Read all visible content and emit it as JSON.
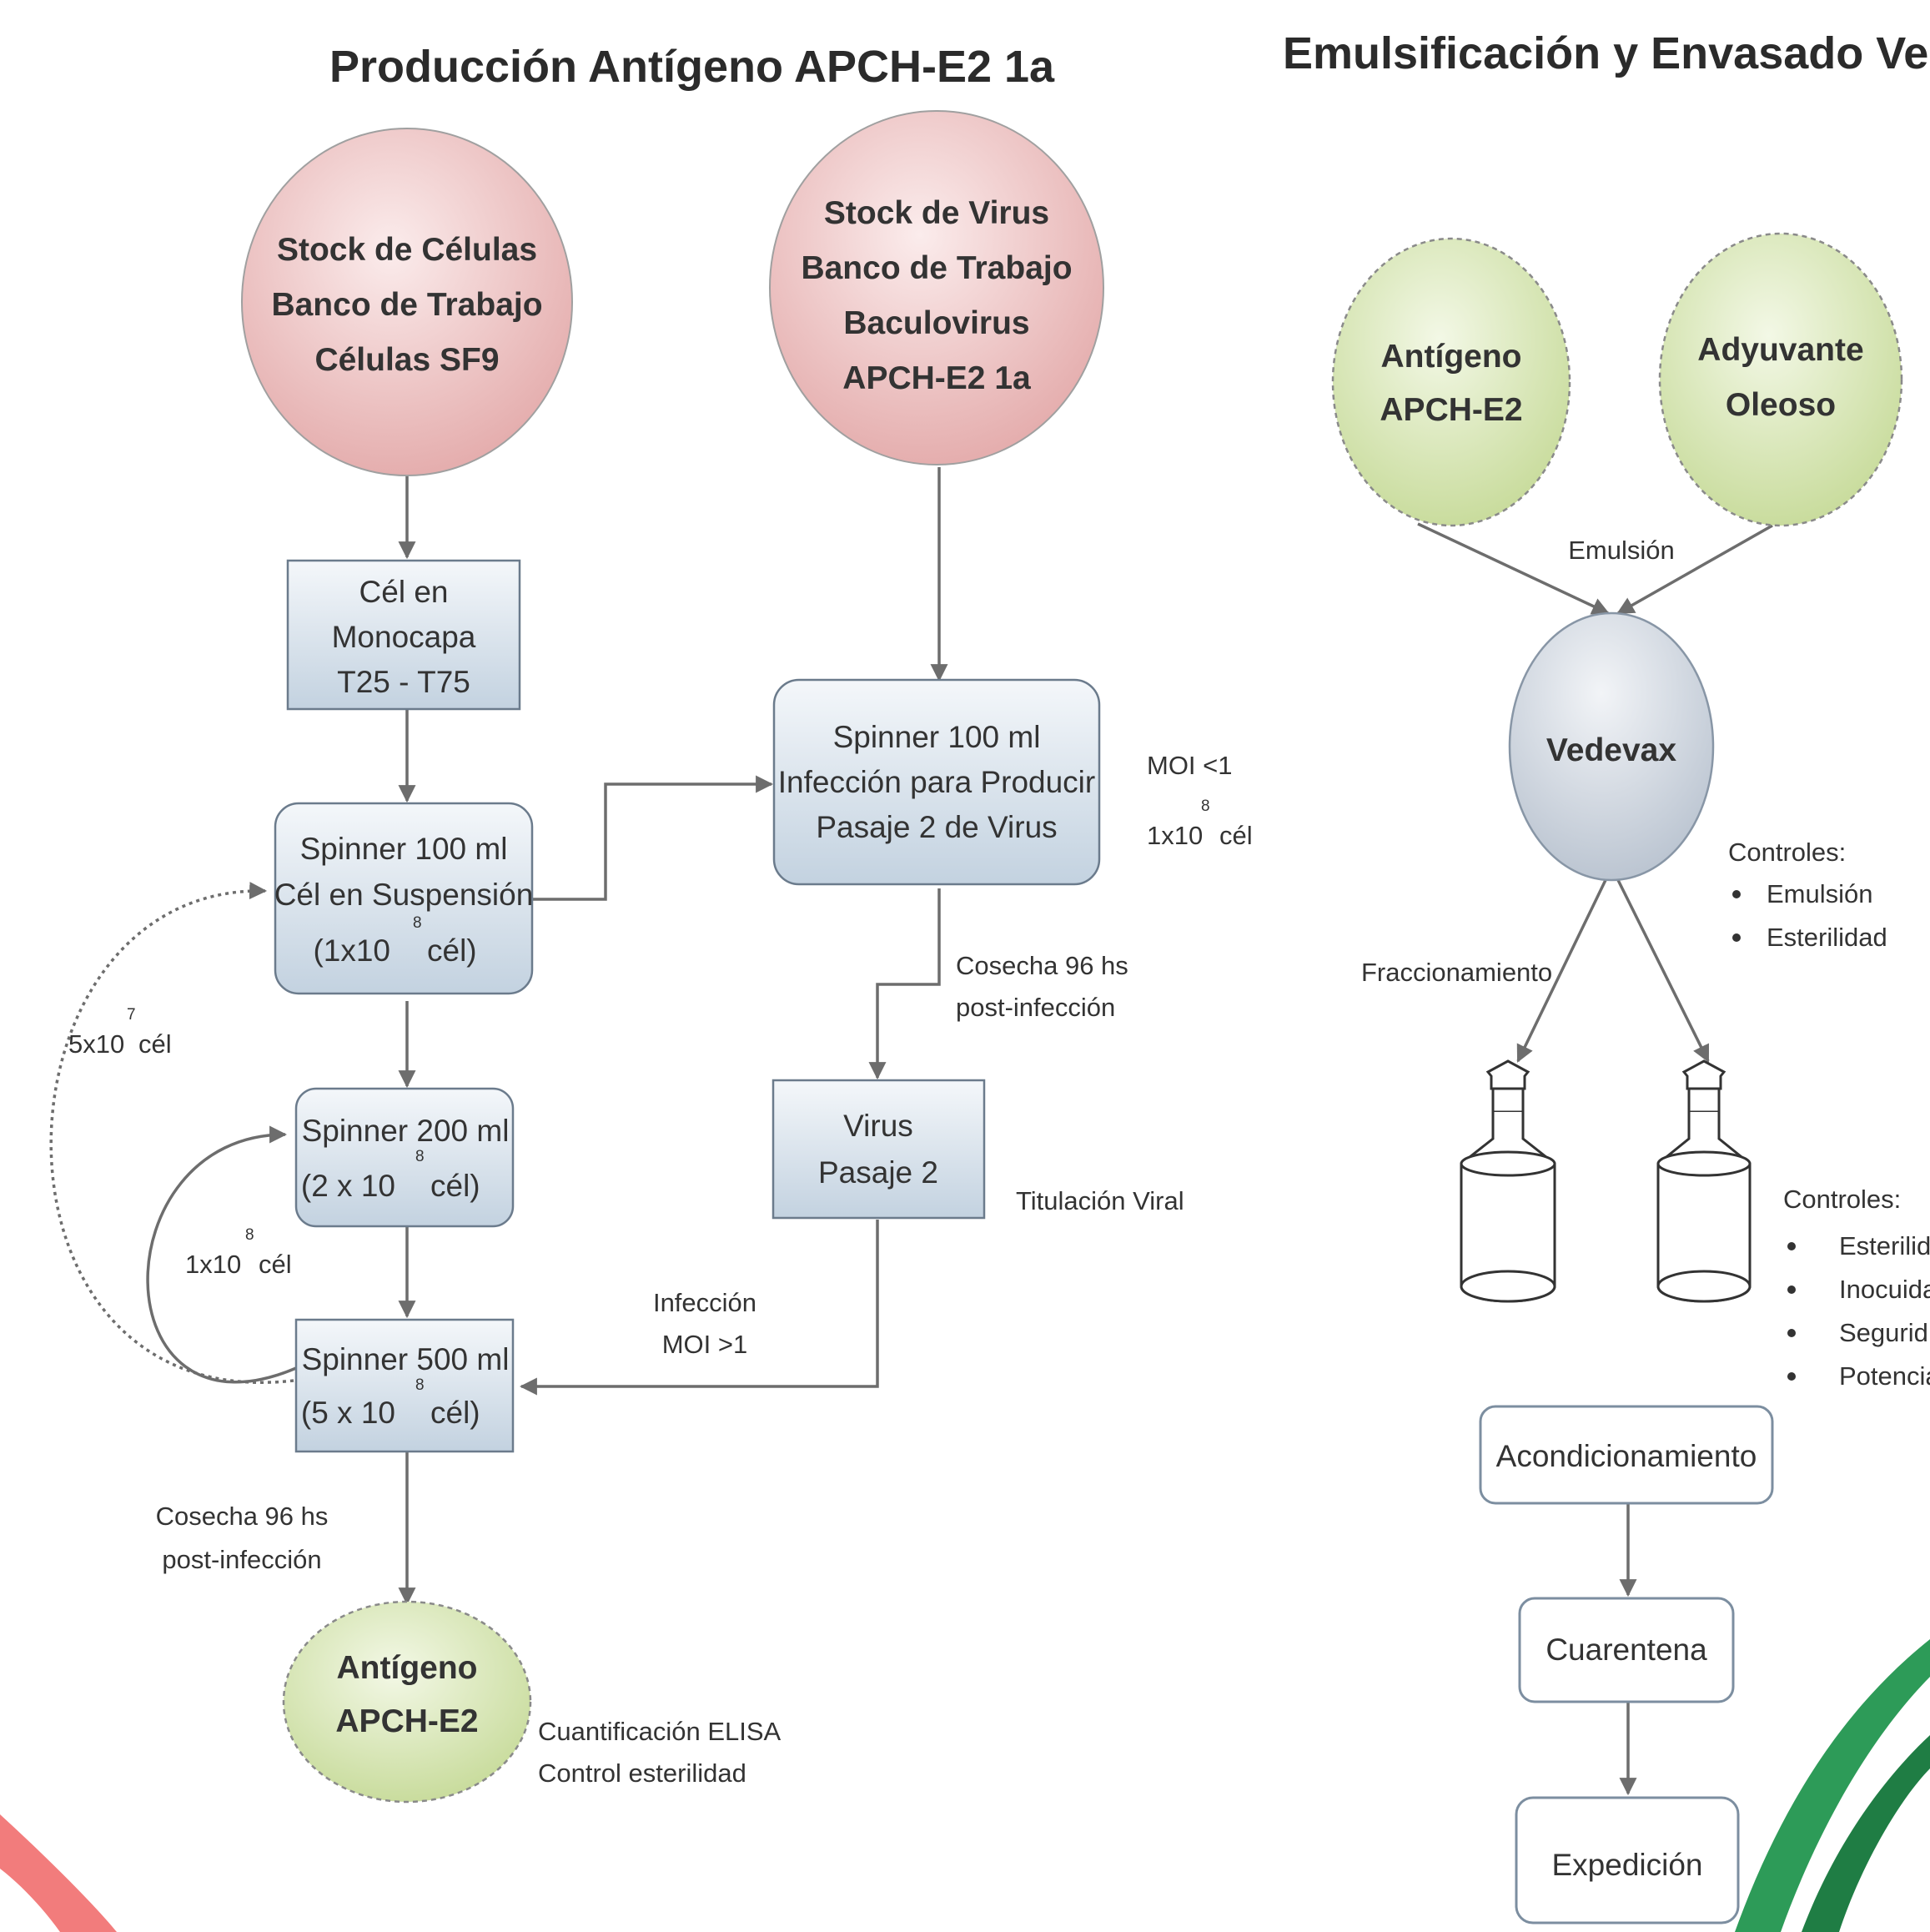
{
  "titles": {
    "left": "Producción Antígeno APCH-E2 1a",
    "right": "Emulsificación y Envasado Vedev"
  },
  "nodes": {
    "stock_celulas": [
      "Stock de Células",
      "Banco de Trabajo",
      "Células SF9"
    ],
    "stock_virus": [
      "Stock de Virus",
      "Banco de Trabajo",
      "Baculovirus",
      "APCH-E2 1a"
    ],
    "cel_monocapa": [
      "Cél en",
      "Monocapa",
      "T25 - T75"
    ],
    "spinner_100_susp": [
      "Spinner 100 ml",
      "Cél en Suspensión",
      "(1x10",
      "cél)"
    ],
    "spinner_100_inf": [
      "Spinner 100 ml",
      "Infección para Producir",
      "Pasaje 2 de Virus"
    ],
    "spinner_200": [
      "Spinner 200 ml",
      "(2 x 10",
      "cél)"
    ],
    "virus_pasaje": [
      "Virus",
      "Pasaje 2"
    ],
    "spinner_500": [
      "Spinner 500 ml",
      "(5 x 10",
      "cél)"
    ],
    "antigeno_left": [
      "Antígeno",
      "APCH-E2"
    ],
    "antigeno_right": [
      "Antígeno",
      "APCH-E2"
    ],
    "adyuvante": [
      "Adyuvante",
      "Oleoso"
    ],
    "vedevax": "Vedevax",
    "acondicionamiento": "Acondicionamiento",
    "cuarentena": "Cuarentena",
    "expedicion": "Expedición"
  },
  "labels": {
    "moi_lt1": "MOI <1",
    "one_x10_a": "1x10",
    "cel": "cél",
    "cosecha_top": [
      "Cosecha 96 hs",
      "post-infección"
    ],
    "titulacion": "Titulación Viral",
    "infeccion": [
      "Infección",
      "MOI >1"
    ],
    "five_x10": "5x10",
    "one_x10_b": "1x10",
    "cosecha_bottom": [
      "Cosecha 96 hs",
      "post-infección"
    ],
    "cuantificacion": [
      "Cuantificación ELISA",
      "Control esterilidad"
    ],
    "emulsion": "Emulsión",
    "controles_1": "Controles:",
    "controles_1_items": [
      "Emulsión",
      "Esterilidad"
    ],
    "fraccionamiento": "Fraccionamiento",
    "controles_2": "Controles:",
    "controles_2_items": [
      "Esterilid",
      "Inocuida",
      "Segurid",
      "Potencia"
    ],
    "exp_8": "8",
    "exp_7": "7"
  },
  "colors": {
    "pink_circle": "#e8b4b4",
    "green_circle": "#cfe0a6",
    "blue_box": "#cfdbe6",
    "accent_red": "#f08080",
    "accent_green": "#2e9e5b"
  }
}
